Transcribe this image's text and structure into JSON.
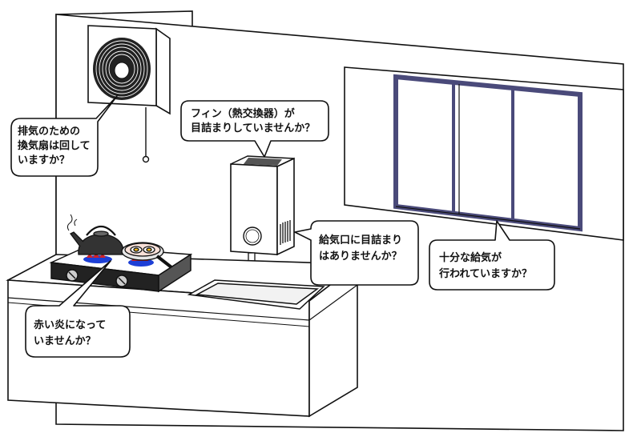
{
  "callouts": {
    "fan": {
      "lines": [
        "排気のための",
        "換気扇は回して",
        "いますか？"
      ]
    },
    "fin": {
      "lines": [
        "フィン（熱交換器）が",
        "目詰まりしていませんか？"
      ]
    },
    "intake": {
      "lines": [
        "給気口に目詰まり",
        "はありませんか？"
      ]
    },
    "flame": {
      "lines": [
        "赤い炎になって",
        "いませんか？"
      ]
    },
    "air": {
      "lines": [
        "十分な給気が",
        "行われていますか？"
      ]
    }
  },
  "colors": {
    "line": "#111111",
    "window_frame": "#4a4a7a",
    "wall": "#ffffff",
    "flame_blue": "#1d3fd6",
    "flame_red": "#d0222a",
    "egg_yolk": "#f2b51a"
  }
}
